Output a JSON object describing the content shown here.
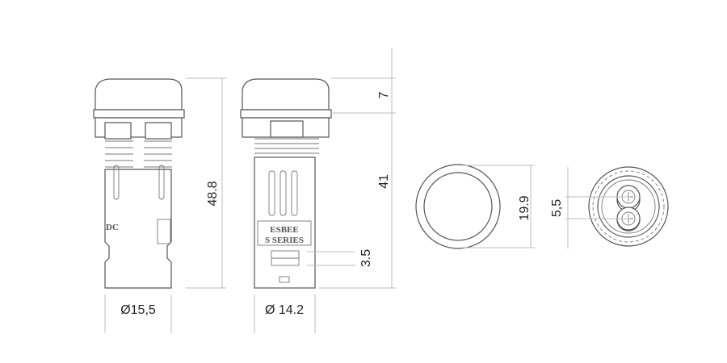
{
  "dimensions": {
    "cap_height": "7",
    "body_length": "41",
    "total_length": "48.8",
    "cap_diameter": "Ø15,5",
    "body_diameter": "Ø 14.2",
    "slot_height": "3.5",
    "front_diameter": "19.9",
    "terminal_pitch": "5,5"
  },
  "markings": {
    "brand": "ESBEE",
    "series": "S SERIES",
    "side_label": "DC"
  }
}
